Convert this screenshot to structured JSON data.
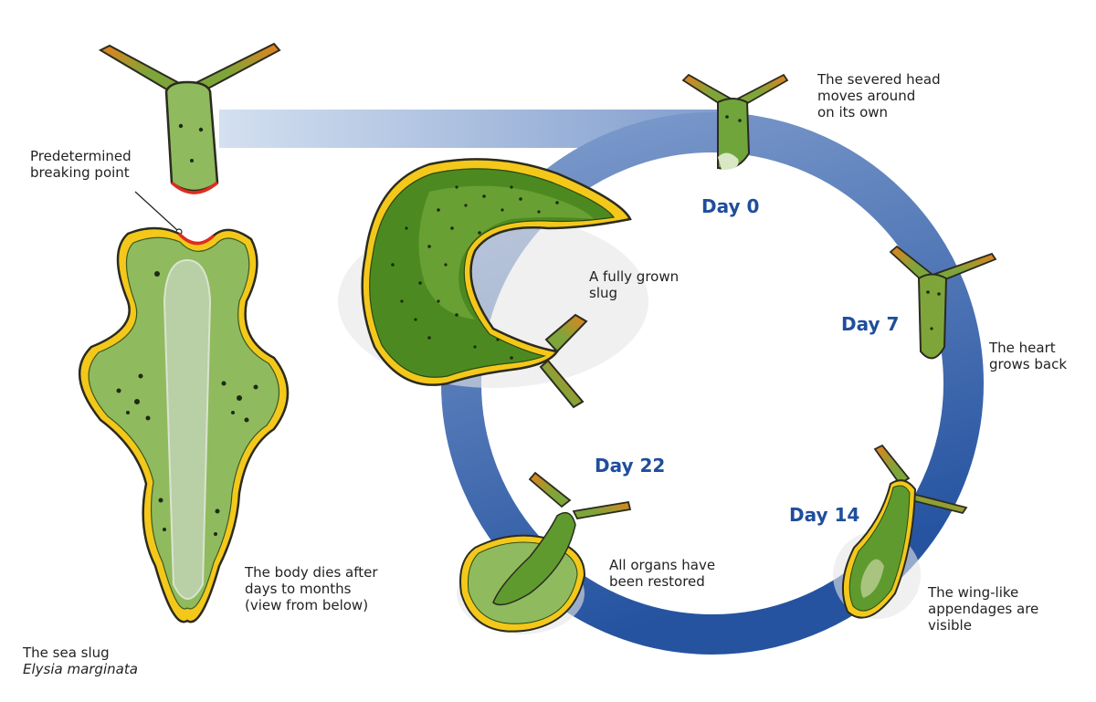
{
  "labels": {
    "breaking_point": [
      "Predetermined",
      "breaking point"
    ],
    "severed_head": [
      "The severed head",
      "moves around",
      "on its own"
    ],
    "fully_grown": [
      "A fully grown",
      "slug"
    ],
    "heart": [
      "The heart",
      "grows back"
    ],
    "body_dies": [
      "The body dies after",
      "days to months",
      "(view from below)"
    ],
    "organs": [
      "All organs have",
      "been restored"
    ],
    "wings": [
      "The wing-like",
      "appendages are",
      "visible"
    ],
    "species_line1": "The sea slug",
    "species_line2": "Elysia marginata"
  },
  "days": {
    "day0": "Day 0",
    "day7": "Day 7",
    "day14": "Day 14",
    "day22": "Day 22"
  },
  "colors": {
    "ring_light": "#c3d3ea",
    "ring_dark": "#2d5ba6",
    "slug_green": "#8fba5e",
    "slug_dark_green": "#4c8a21",
    "rim_yellow": "#f4c81a",
    "tip_orange": "#e8801c",
    "cut_red": "#e02b20",
    "belly": "#b9cfa6",
    "day_blue": "#1f4e9c"
  }
}
